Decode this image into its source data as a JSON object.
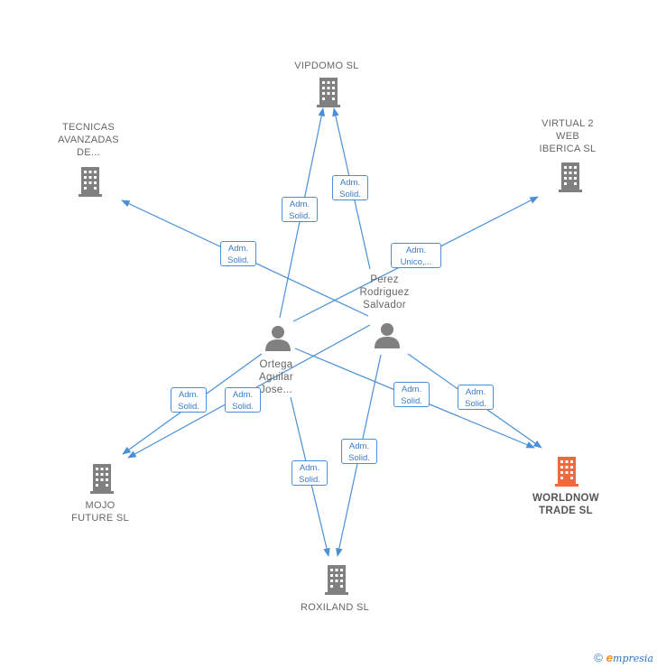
{
  "companies": {
    "vipdomo": {
      "lines": [
        "VIPDOMO  SL"
      ]
    },
    "tecnicas": {
      "lines": [
        "TECNICAS",
        "AVANZADAS",
        "DE..."
      ]
    },
    "virtual2": {
      "lines": [
        "VIRTUAL 2",
        "WEB",
        "IBERICA  SL"
      ]
    },
    "mojo": {
      "lines": [
        "MOJO",
        "FUTURE SL"
      ]
    },
    "roxiland": {
      "lines": [
        "ROXILAND  SL"
      ]
    },
    "worldnow": {
      "lines": [
        "WORLDNOW",
        "TRADE  SL"
      ]
    }
  },
  "persons": {
    "perez": {
      "lines": [
        "Perez",
        "Rodriguez",
        "Salvador"
      ]
    },
    "ortega": {
      "lines": [
        "Ortega",
        "Aguilar",
        "Jose..."
      ]
    }
  },
  "relations": {
    "adm_solid": [
      "Adm.",
      "Solid."
    ],
    "adm_unico": [
      "Adm.",
      "Unico,..."
    ]
  },
  "footer": {
    "copyright": "©",
    "brand_e": "e",
    "brand_rest": "mpresia"
  },
  "colors": {
    "edge": "#4a90d9",
    "node": "#808080",
    "main": "#f26a3a"
  }
}
